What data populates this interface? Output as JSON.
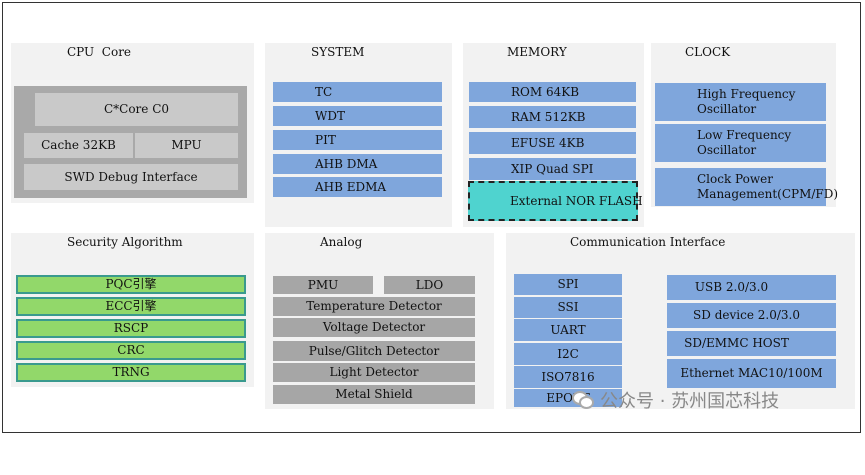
{
  "cpu": {
    "title": "CPU  Core",
    "core": "C*Core C0",
    "cache": "Cache 32KB",
    "mpu": "MPU",
    "swd": "SWD Debug Interface"
  },
  "system": {
    "title": "SYSTEM",
    "items": [
      "TC",
      "WDT",
      "PIT",
      "AHB DMA",
      "AHB EDMA"
    ]
  },
  "memory": {
    "title": "MEMORY",
    "items": [
      "ROM 64KB",
      "RAM 512KB",
      "EFUSE 4KB",
      "XIP Quad SPI"
    ],
    "external": "External NOR FLASH"
  },
  "clock": {
    "title": "CLOCK",
    "items": [
      "High Frequency\nOscillator",
      "Low Frequency\nOscillator",
      "Clock Power\nManagement(CPM/FD)"
    ]
  },
  "security": {
    "title": "Security Algorithm",
    "items": [
      "PQC引擎",
      "ECC引擎",
      "RSCP",
      "CRC",
      "TRNG"
    ]
  },
  "analog": {
    "title": "Analog",
    "pmu": "PMU",
    "ldo": "LDO",
    "items": [
      "Temperature Detector",
      "Voltage Detector",
      "Pulse/Glitch Detector",
      "Light Detector",
      "Metal Shield"
    ]
  },
  "comm": {
    "title": "Communication Interface",
    "left": [
      "SPI",
      "SSI",
      "UART",
      "I2C",
      "ISO7816",
      "EPORT"
    ],
    "right": [
      "USB 2.0/3.0",
      "SD device 2.0/3.0",
      "SD/EMMC HOST",
      "Ethernet MAC10/100M"
    ]
  },
  "watermark": "公众号 · 苏州国芯科技",
  "colors": {
    "blue": "#7fa6dc",
    "green": "#92d86a",
    "cyan": "#4fd3cf",
    "gray": "#a6a6a6",
    "panel": "#f2f2f2"
  }
}
